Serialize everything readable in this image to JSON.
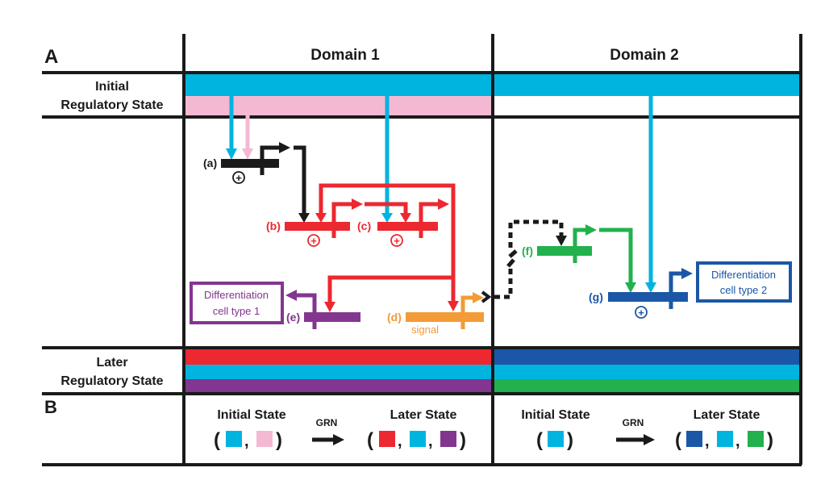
{
  "panel_a": {
    "label": "A",
    "domain1_title": "Domain 1",
    "domain2_title": "Domain 2",
    "initial_state_label_line1": "Initial",
    "initial_state_label_line2": "Regulatory State",
    "later_state_label_line1": "Later",
    "later_state_label_line2": "Regulatory State"
  },
  "colors": {
    "cyan": "#00b4e0",
    "pink": "#f5b8d3",
    "red": "#ec2830",
    "purple": "#83368f",
    "orange": "#f39b37",
    "green": "#22b14c",
    "blue": "#1b57a6",
    "black": "#1a1a1a"
  },
  "domain1": {
    "initial_state_colors": [
      "cyan",
      "pink"
    ],
    "later_state_colors": [
      "red",
      "cyan",
      "purple"
    ],
    "genes": [
      {
        "id": "a",
        "label": "(a)",
        "color": "black",
        "activated": true
      },
      {
        "id": "b",
        "label": "(b)",
        "color": "red",
        "activated": true
      },
      {
        "id": "c",
        "label": "(c)",
        "color": "red",
        "activated": true
      },
      {
        "id": "d",
        "label": "(d)",
        "color": "orange",
        "sublabel": "signal"
      },
      {
        "id": "e",
        "label": "(e)",
        "color": "purple"
      }
    ],
    "output_box_line1": "Differentiation",
    "output_box_line2": "cell type 1"
  },
  "domain2": {
    "initial_state_colors": [
      "cyan"
    ],
    "later_state_colors": [
      "blue",
      "cyan",
      "green"
    ],
    "genes": [
      {
        "id": "f",
        "label": "(f)",
        "color": "green"
      },
      {
        "id": "g",
        "label": "(g)",
        "color": "blue",
        "activated": true
      }
    ],
    "output_box_line1": "Differentiation",
    "output_box_line2": "cell type 2"
  },
  "panel_b": {
    "label": "B",
    "domain1": {
      "initial_title": "Initial State",
      "arrow_label": "GRN",
      "later_title": "Later State",
      "initial_colors": [
        "cyan",
        "pink"
      ],
      "later_colors": [
        "red",
        "cyan",
        "purple"
      ]
    },
    "domain2": {
      "initial_title": "Initial State",
      "arrow_label": "GRN",
      "later_title": "Later State",
      "initial_colors": [
        "cyan"
      ],
      "later_colors": [
        "blue",
        "cyan",
        "green"
      ]
    }
  },
  "symbols": {
    "plus": "+",
    "open_paren": "(",
    "close_paren": ")",
    "comma": ","
  }
}
